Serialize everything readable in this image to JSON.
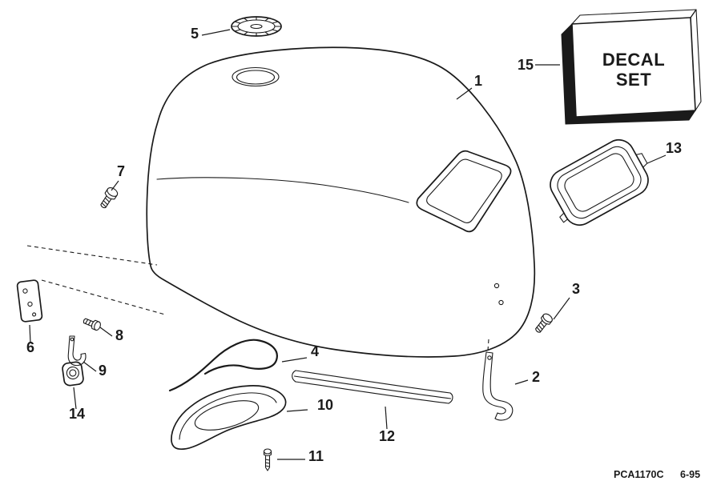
{
  "diagram": {
    "colors": {
      "ink": "#1a1a1a",
      "paper": "#ffffff"
    },
    "decal_box": {
      "line1": "DECAL",
      "line2": "SET"
    },
    "footer": {
      "code": "PCA1170C",
      "date": "6-95"
    },
    "callouts": {
      "part1": "1",
      "part2": "2",
      "part3": "3",
      "part4": "4",
      "part5": "5",
      "part6": "6",
      "part7": "7",
      "part8": "8",
      "part9": "9",
      "part10": "10",
      "part11": "11",
      "part12": "12",
      "part13": "13",
      "part14": "14",
      "part15": "15"
    }
  }
}
